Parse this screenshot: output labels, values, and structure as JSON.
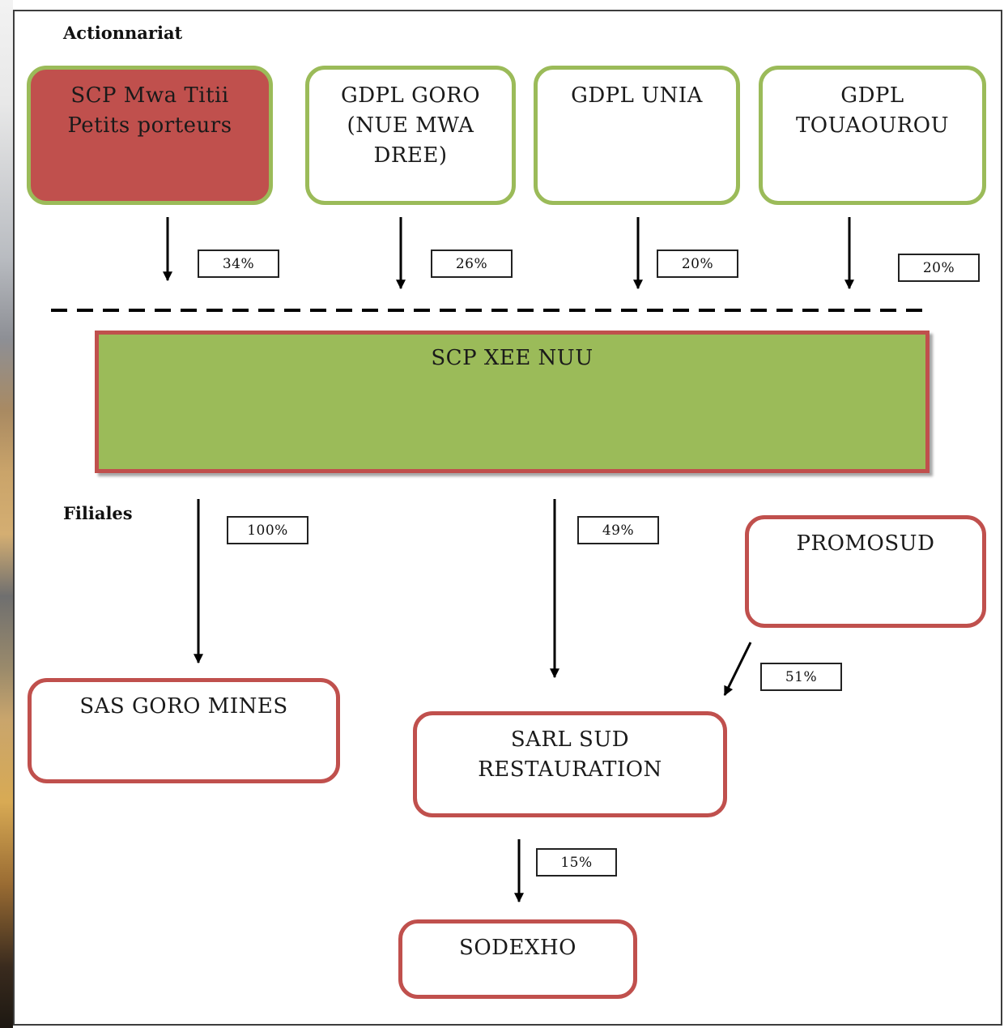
{
  "headings": {
    "shareholders": "Actionnariat",
    "subsidiaries": "Filiales"
  },
  "shareholders": [
    {
      "label": "SCP Mwa Titii\nPetits porteurs",
      "share": "34%"
    },
    {
      "label": "GDPL GORO\n(NUE MWA\nDREE)",
      "share": "26%"
    },
    {
      "label": "GDPL UNIA",
      "share": "20%"
    },
    {
      "label": "GDPL\nTOUAOUROU",
      "share": "20%"
    }
  ],
  "main_entity": {
    "label": "SCP XEE NUU"
  },
  "subsidiaries": {
    "goro_mines": {
      "label": "SAS GORO MINES",
      "share": "100%"
    },
    "sud_restauration": {
      "label": "SARL SUD\nRESTAURATION",
      "share": "49%"
    },
    "promosud": {
      "label": "PROMOSUD",
      "share": "51%"
    },
    "sodexho": {
      "label": "SODEXHO",
      "share": "15%"
    }
  },
  "colors": {
    "green": "#9bbb59",
    "red": "#c0504d",
    "line": "#000000"
  }
}
